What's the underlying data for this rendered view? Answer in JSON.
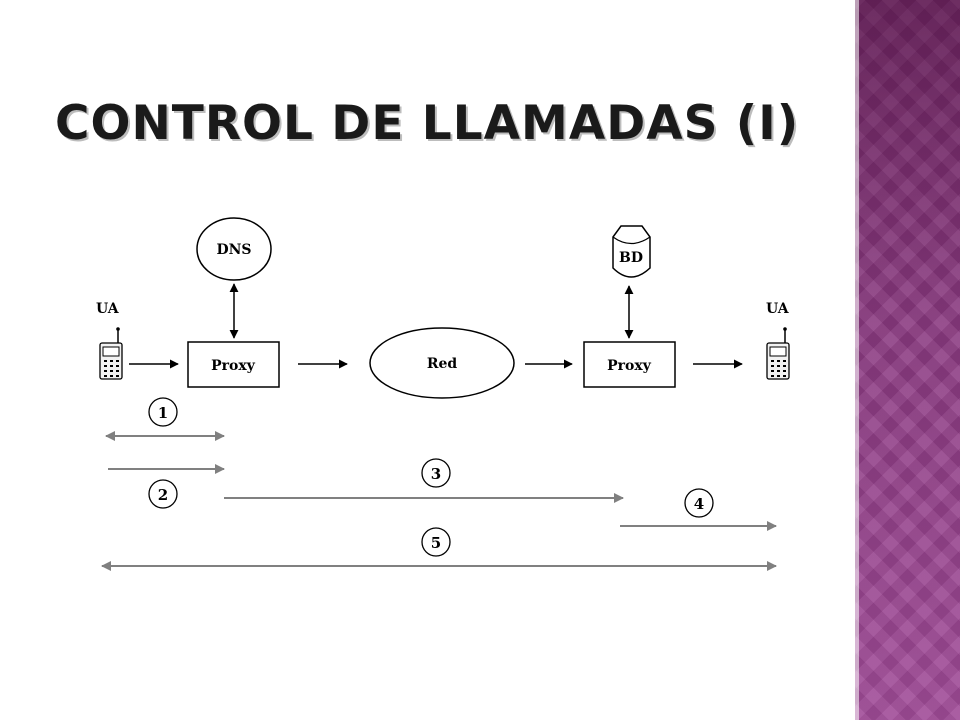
{
  "slide": {
    "title": "CONTROL DE LLAMADAS (I)",
    "accent_color": "#8e3f86"
  },
  "diagram": {
    "nodes": {
      "ua_left": "UA",
      "ua_right": "UA",
      "dns": "DNS",
      "bd": "BD",
      "proxy_left": "Proxy",
      "red": "Red",
      "proxy_right": "Proxy"
    },
    "steps": [
      "1",
      "2",
      "3",
      "4",
      "5"
    ],
    "icons": {
      "phone": "mobile-phone-icon",
      "database": "database-cylinder-icon"
    }
  }
}
